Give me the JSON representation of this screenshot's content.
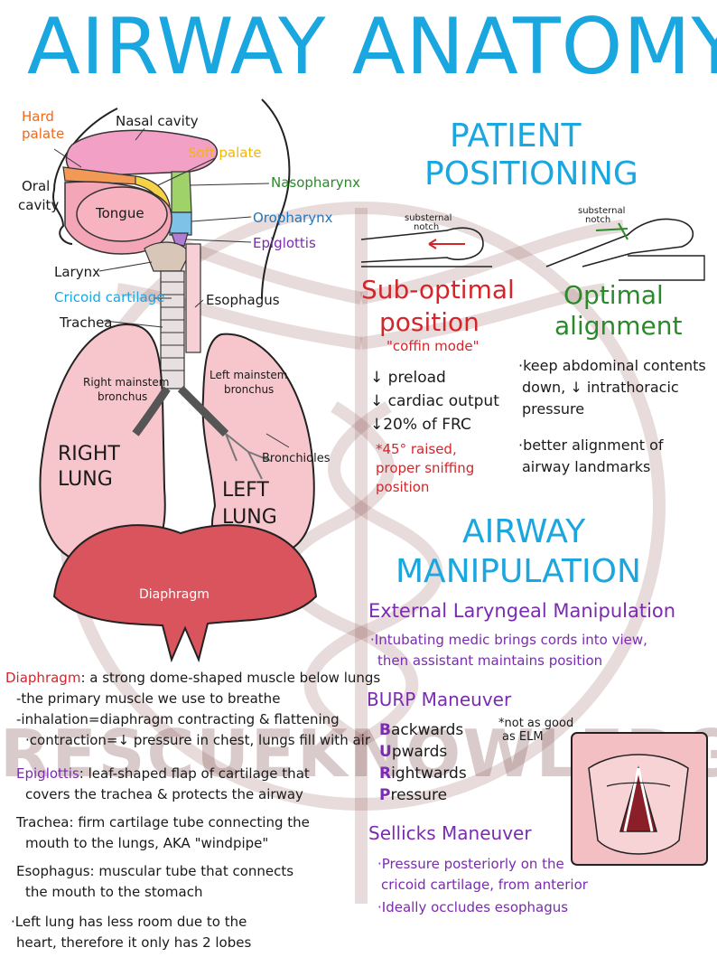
{
  "title": "AIRWAY ANATOMY",
  "watermark": "RESCUEKNOWLEDGE",
  "diagram_labels": {
    "hard_palate_1": "Hard",
    "hard_palate_2": "palate",
    "nasal_cavity": "Nasal cavity",
    "soft_palate": "Soft palate",
    "oral_cavity_1": "Oral",
    "oral_cavity_2": "cavity",
    "tongue": "Tongue",
    "nasopharynx": "Nasopharynx",
    "oropharynx": "Oropharynx",
    "epiglottis": "Epiglottis",
    "larynx": "Larynx",
    "cricoid": "Cricoid cartilage",
    "esophagus": "Esophagus",
    "trachea": "Trachea",
    "right_mainstem_1": "Right mainstem",
    "right_mainstem_2": "bronchus",
    "left_mainstem_1": "Left mainstem",
    "left_mainstem_2": "bronchus",
    "bronchioles": "Bronchioles",
    "right_lung_1": "RIGHT",
    "right_lung_2": "LUNG",
    "left_lung_1": "LEFT",
    "left_lung_2": "LUNG",
    "diaphragm": "Diaphragm"
  },
  "positioning": {
    "heading_1": "PATIENT",
    "heading_2": "POSITIONING",
    "notch_label_left_1": "substernal",
    "notch_label_left_2": "notch",
    "notch_label_right_1": "substernal",
    "notch_label_right_2": "notch",
    "suboptimal_1": "Sub-optimal",
    "suboptimal_2": "position",
    "coffin": "\"coffin mode\"",
    "sub_items": [
      "↓ preload",
      "↓ cardiac output",
      "↓20% of FRC"
    ],
    "raised_1": "*45° raised,",
    "raised_2": "proper sniffing",
    "raised_3": "position",
    "optimal_1": "Optimal",
    "optimal_2": "alignment",
    "opt_item1_1": "·keep abdominal contents",
    "opt_item1_2": "down, ↓ intrathoracic",
    "opt_item1_3": "pressure",
    "opt_item2_1": "·better alignment of",
    "opt_item2_2": "airway landmarks"
  },
  "manipulation": {
    "heading_1": "AIRWAY",
    "heading_2": "MANIPULATION",
    "elm_title": "External Laryngeal Manipulation",
    "elm_desc_1": "·Intubating medic brings cords into view,",
    "elm_desc_2": "then assistant maintains position",
    "burp_title": "BURP Maneuver",
    "burp_words": [
      {
        "letter": "B",
        "rest": "ackwards"
      },
      {
        "letter": "U",
        "rest": "pwards"
      },
      {
        "letter": "R",
        "rest": "ightwards"
      },
      {
        "letter": "P",
        "rest": "ressure"
      }
    ],
    "burp_note_1": "*not as good",
    "burp_note_2": "as ELM",
    "sellick_title": "Sellicks Maneuver",
    "sellick_1": "·Pressure posteriorly on the",
    "sellick_2": "cricoid cartilage, from anterior",
    "sellick_3": "·Ideally occludes esophagus"
  },
  "definitions": {
    "diaphragm_term": "Diaphragm",
    "diaphragm_def": ": a strong dome-shaped muscle below lungs",
    "diaphragm_2": "-the primary muscle we use to breathe",
    "diaphragm_3": "-inhalation=diaphragm contracting & flattening",
    "diaphragm_4": "·contraction=↓ pressure in chest, lungs fill with air",
    "epiglottis_term": "Epiglottis",
    "epiglottis_def": ": leaf-shaped flap of cartilage that",
    "epiglottis_2": "covers the trachea & protects the airway",
    "trachea_term": "Trachea",
    "trachea_def": ": firm cartilage tube connecting the",
    "trachea_2": "mouth to the lungs, AKA \"windpipe\"",
    "esophagus_term": "Esophagus",
    "esophagus_def": ": muscular tube that connects",
    "esophagus_2": "the mouth to the stomach",
    "lobes_1": "·Left lung has less room due to the",
    "lobes_2": "heart, therefore it only has 2 lobes"
  },
  "colors": {
    "title_cyan": "#1aa6df",
    "red": "#d3262b",
    "green": "#2a8a2a",
    "purple": "#7a2bb0",
    "lung_pink": "#f7c6cc",
    "diaphragm_red": "#d9545c"
  }
}
